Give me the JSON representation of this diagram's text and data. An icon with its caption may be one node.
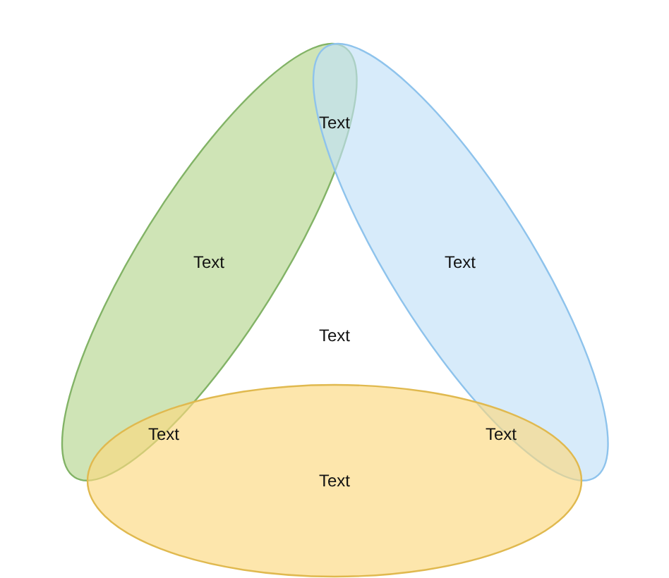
{
  "diagram": {
    "nodes": [
      {
        "text": [
          "Text"
        ]
      },
      {
        "text": [
          "Text"
        ]
      },
      {
        "text": [
          "Text"
        ]
      }
    ],
    "labels": [
      "Text",
      "Text",
      "Text",
      "Text"
    ]
  }
}
